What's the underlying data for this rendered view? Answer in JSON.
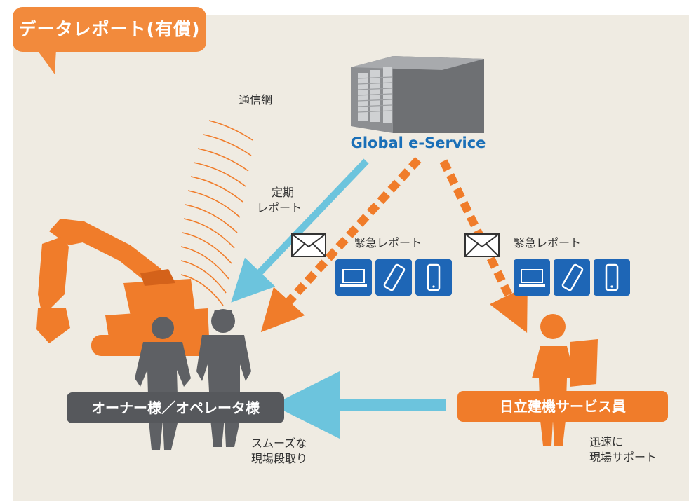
{
  "title": "データレポート(有償)",
  "server_label": "Global e-Service",
  "network_label": "通信網",
  "periodic_report": [
    "定期",
    "レポート"
  ],
  "emergency_report_left": "緊急レポート",
  "emergency_report_right": "緊急レポート",
  "owner_operator": "オーナー様／オペレータ様",
  "hitachi_service": "日立建機サービス員",
  "smooth_prep": [
    "スムーズな",
    "現場段取り"
  ],
  "quick_support": [
    "迅速に",
    "現場サポート"
  ],
  "colors": {
    "orange": "#f07c2a",
    "blue": "#1a6fb7",
    "light_blue": "#6cc4dd",
    "gray": "#56585c",
    "background": "#efebe2"
  },
  "icons": [
    "server-icon",
    "excavator-icon",
    "envelope-icon",
    "laptop-icon",
    "flip-phone-icon",
    "smartphone-icon",
    "worker-icon",
    "service-staff-icon"
  ]
}
